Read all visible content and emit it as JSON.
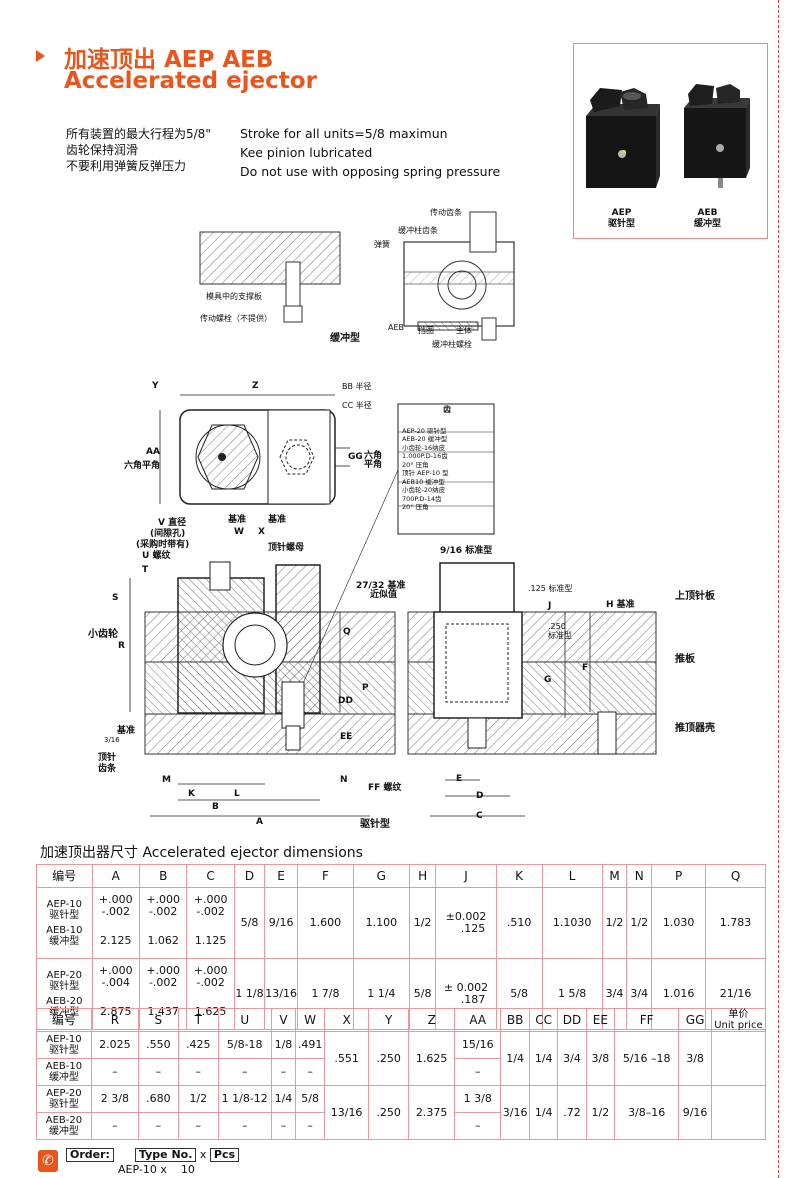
{
  "title": {
    "cn": "加速顶出 AEP AEB",
    "en": "Accelerated ejector"
  },
  "notes": {
    "cn": [
      "所有装置的最大行程为5/8\"",
      "齿轮保持润滑",
      "不要利用弹簧反弹压力"
    ],
    "en": [
      "Stroke for all units=5/8 maximun",
      "Kee pinion lubricated",
      "Do not use with opposing spring pressure"
    ]
  },
  "photo": {
    "left_label": [
      "AEP",
      "驱针型"
    ],
    "right_label": [
      "AEB",
      "缓冲型"
    ]
  },
  "top_drawing": {
    "labels": {
      "drive_rack": "传动齿条",
      "buffer_gear": "缓冲柱齿条",
      "spring": "弹簧",
      "mold_support": "模具中的支撑板",
      "drive_bolt": "传动螺栓（不提供）",
      "aeb": "AEB",
      "stop_ring": "挡圈",
      "body": "主体",
      "buffer_bolt": "缓冲柱螺栓",
      "type": "缓冲型"
    }
  },
  "main_drawing": {
    "labels": {
      "y": "Y",
      "z": "Z",
      "bb": "BB 半径",
      "cc": "CC 半径",
      "aa": "AA",
      "hex": "六角平角",
      "gg": "GG",
      "hex2": [
        "六角",
        "平角"
      ],
      "gear_box": [
        "齿",
        "AEP-20 驱针型",
        "AEB-20 缓冲型",
        "小齿轮-16纳皮",
        "1.000P.D-16齿",
        "20° 压角",
        "顶针 AEP-10 型",
        "AEB10 缓冲型",
        "小齿轮-20纳皮",
        "700P.D-14齿",
        "20° 压角"
      ],
      "v_dia": [
        "V 直径",
        "(间隙孔)",
        "(采购时带有)",
        "U 螺纹"
      ],
      "t": "T",
      "s": "S",
      "w": "W",
      "x": "X",
      "base": "基准",
      "base2": "基准",
      "pin_nut": "顶针螺母",
      "r": "R",
      "pinion": "小齿轮",
      "q": "Q",
      "p": "P",
      "dd": "DD",
      "ee": "EE",
      "approx": [
        "27/32 基准",
        "近似值"
      ],
      "base3": "基准",
      "frac316": "3/16",
      "pin_rack": [
        "顶针",
        "齿条"
      ],
      "m": "M",
      "k": "K",
      "l": "L",
      "b": "B",
      "a": "A",
      "n": "N",
      "ff": "FF 螺纹",
      "type": "驱针型",
      "std916": "9/16 标准型",
      "std125": ".125 标准型",
      "j": "J",
      "h": "H 基准",
      "std250": [
        ".250",
        "标准型"
      ],
      "f": "F",
      "g": "G",
      "e": "E",
      "d": "D",
      "c": "C",
      "upper_plate": "上顶针板",
      "push_plate": "推板",
      "housing": "推顶器壳"
    }
  },
  "table_title": "加速顶出器尺寸  Accelerated ejector dimensions",
  "table1": {
    "headers": [
      "编号",
      "A",
      "B",
      "C",
      "D",
      "E",
      "F",
      "G",
      "H",
      "J",
      "K",
      "L",
      "M",
      "N",
      "P",
      "Q"
    ],
    "rows": [
      {
        "code": [
          "AEP-10",
          "驱针型",
          "AEB-10",
          "缓冲型"
        ],
        "tol": [
          [
            "+.000",
            "-.002"
          ],
          [
            "+.000",
            "-.002"
          ],
          [
            "+.000",
            "-.002"
          ]
        ],
        "nom": [
          "2.125",
          "1.062",
          "1.125"
        ],
        "rest": [
          "5/8",
          "9/16",
          "1.600",
          "1.100",
          "1/2",
          [
            "±0.002",
            ".125"
          ],
          ".510",
          "1.1030",
          "1/2",
          "1/2",
          "1.030",
          "1.783"
        ]
      },
      {
        "code": [
          "AEP-20",
          "驱针型",
          "AEB-20",
          "缓冲型"
        ],
        "tol": [
          [
            "+.000",
            "-.004"
          ],
          [
            "+.000",
            "-.002"
          ],
          [
            "+.000",
            "-.002"
          ]
        ],
        "nom": [
          "2.875",
          "1.437",
          "1.625"
        ],
        "rest": [
          "1 1/8",
          "13/16",
          "1 7/8",
          "1 1/4",
          "5/8",
          [
            "± 0.002",
            ".187"
          ],
          "5/8",
          "1 5/8",
          "3/4",
          "3/4",
          "1.016",
          "21/16"
        ]
      }
    ]
  },
  "table2": {
    "headers": [
      "编号",
      "R",
      "S",
      "T",
      "U",
      "V",
      "W",
      "X",
      "Y",
      "Z",
      "AA",
      "BB",
      "CC",
      "DD",
      "EE",
      "FF",
      "GG"
    ],
    "unit_price": [
      "单价",
      "Unit price"
    ],
    "codes": [
      [
        "AEP-10",
        "驱针型"
      ],
      [
        "AEB-10",
        "缓冲型"
      ],
      [
        "AEP-20",
        "驱针型"
      ],
      [
        "AEB-20",
        "缓冲型"
      ]
    ],
    "r1": [
      "2.025",
      ".550",
      ".425",
      "5/8-18",
      "1/8",
      ".491"
    ],
    "r2": [
      "–",
      "–",
      "–",
      "–",
      "–",
      "–"
    ],
    "r3": [
      "2 3/8",
      ".680",
      "1/2",
      "1 1/8-12",
      "1/4",
      "5/8"
    ],
    "r4": [
      "–",
      "–",
      "–",
      "–",
      "–",
      "–"
    ],
    "g1": [
      ".551",
      ".250",
      "1.625"
    ],
    "g2": [
      "13/16",
      ".250",
      "2.375"
    ],
    "aa": [
      "15/16",
      "–",
      "1 3/8",
      "–"
    ],
    "g1b": [
      "1/4",
      "1/4",
      "3/4",
      "3/8",
      "5/16 –18",
      "3/8"
    ],
    "g2b": [
      "3/16",
      "1/4",
      ".72",
      "1/2",
      "3/8–16",
      "9/16"
    ]
  },
  "order": {
    "label": "Order:",
    "type": "Type No.",
    "x": "x",
    "pcs": "Pcs",
    "example": "AEP-10",
    "x2": "x",
    "qty": "10"
  }
}
